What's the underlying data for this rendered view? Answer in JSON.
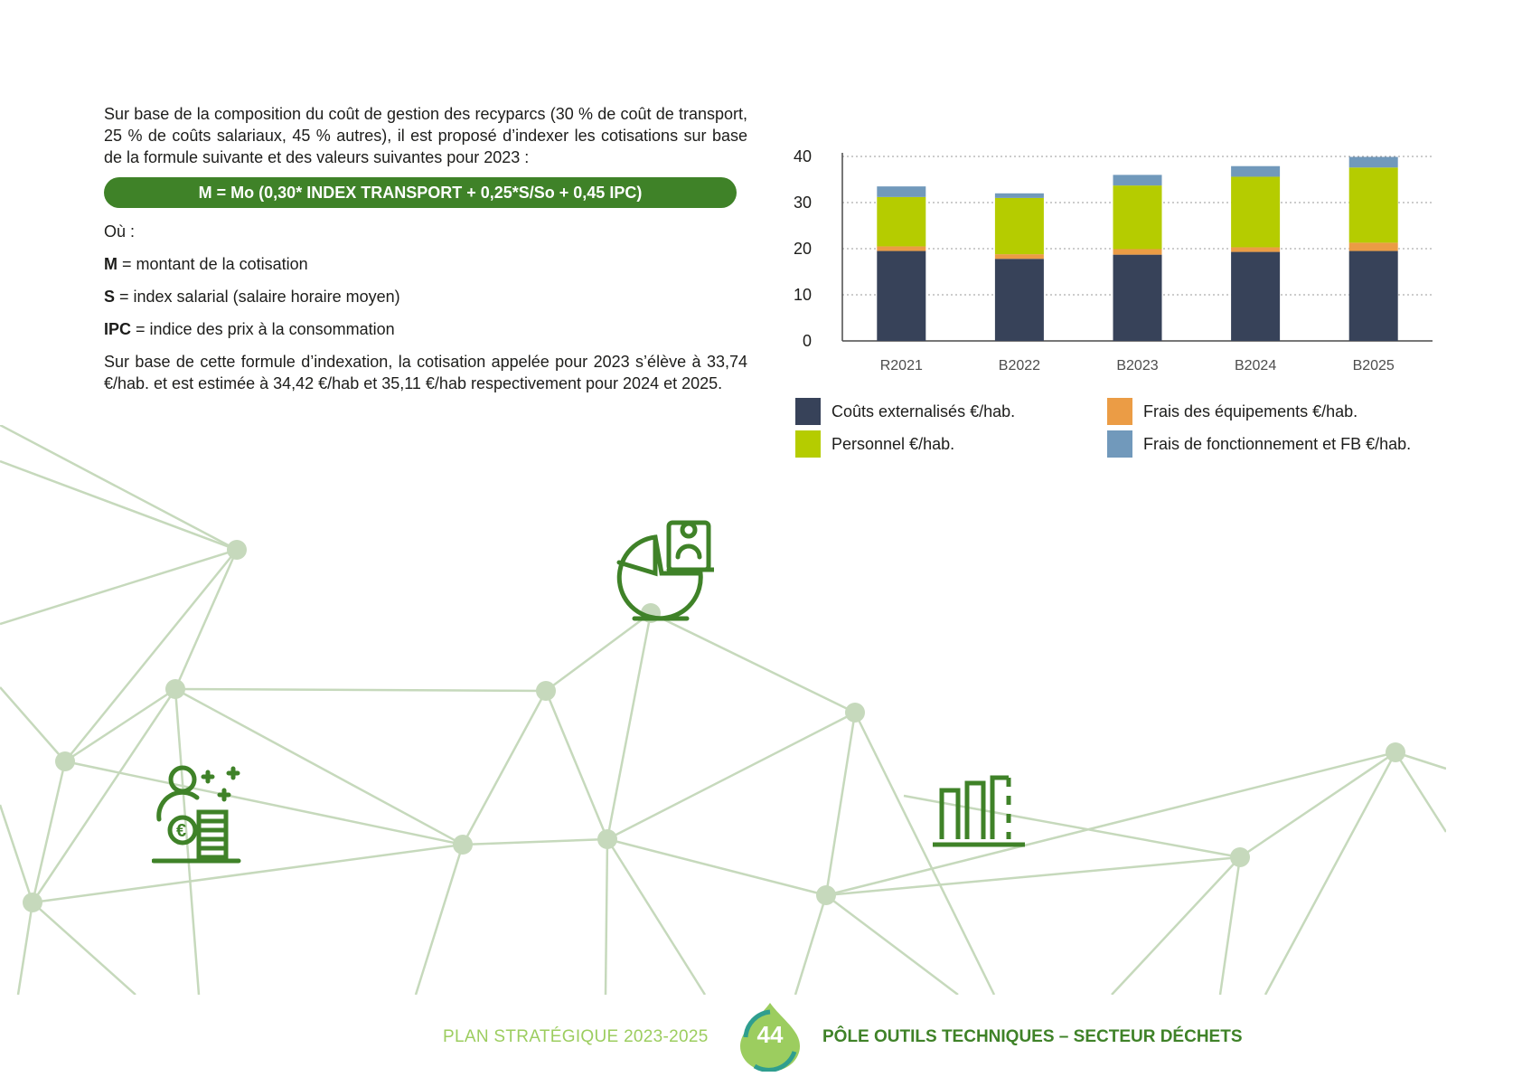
{
  "text": {
    "intro": "Sur base de la composition du coût de gestion des recyparcs (30 % de coût de transport, 25 % de coûts salariaux, 45 % autres), il est proposé d’indexer les cotisations sur base de la formule suivante et des valeurs suivantes pour 2023 :",
    "formula": "M = Mo (0,30* INDEX TRANSPORT + 0,25*S/So + 0,45 IPC)",
    "where": "Où :",
    "def_m_key": "M",
    "def_m_val": " = montant de la cotisation",
    "def_s_key": "S",
    "def_s_val": " = index salarial (salaire horaire moyen)",
    "def_ipc_key": "IPC",
    "def_ipc_val": " = indice des prix à la consommation",
    "conclusion": "Sur base de cette formule d’indexation, la cotisation appelée pour 2023 s’élève à 33,74 €/hab. et est estimée à 34,42 €/hab et 35,11 €/hab respectivement pour 2024 et 2025."
  },
  "chart_data": {
    "type": "bar",
    "stacked": true,
    "categories": [
      "R2021",
      "B2022",
      "B2023",
      "B2024",
      "B2025"
    ],
    "ylim": [
      0,
      40
    ],
    "yticks": [
      0,
      10,
      20,
      30,
      40
    ],
    "grid": true,
    "legend_position": "bottom",
    "series": [
      {
        "name": "Coûts externalisés €/hab.",
        "color": "#374259",
        "values": [
          19.5,
          17.8,
          18.7,
          19.3,
          19.5
        ]
      },
      {
        "name": "Frais des équipements €/hab.",
        "color": "#eb9c45",
        "values": [
          1.0,
          1.0,
          1.2,
          1.0,
          1.8
        ]
      },
      {
        "name": "Personnel €/hab.",
        "color": "#b5cc00",
        "values": [
          10.7,
          12.2,
          13.8,
          15.3,
          16.3
        ]
      },
      {
        "name": "Frais de fonctionnement et FB €/hab.",
        "color": "#7199bb",
        "values": [
          2.3,
          1.0,
          2.3,
          2.3,
          2.3
        ]
      }
    ]
  },
  "legend": {
    "item1": "Coûts externalisés €/hab.",
    "item2": "Frais des équipements €/hab.",
    "item3": "Personnel €/hab.",
    "item4": "Frais de fonctionnement et FB €/hab."
  },
  "colors": {
    "brand_green": "#3f8228",
    "light_green": "#9ccd5f",
    "network": "#c6d9bc"
  },
  "footer": {
    "left": "PLAN STRATÉGIQUE 2023-2025",
    "page": "44",
    "right": "PÔLE OUTILS TECHNIQUES – SECTEUR DÉCHETS"
  },
  "icons": [
    "pie-chart-person-icon",
    "person-money-stack-icon",
    "bar-chart-icon"
  ]
}
